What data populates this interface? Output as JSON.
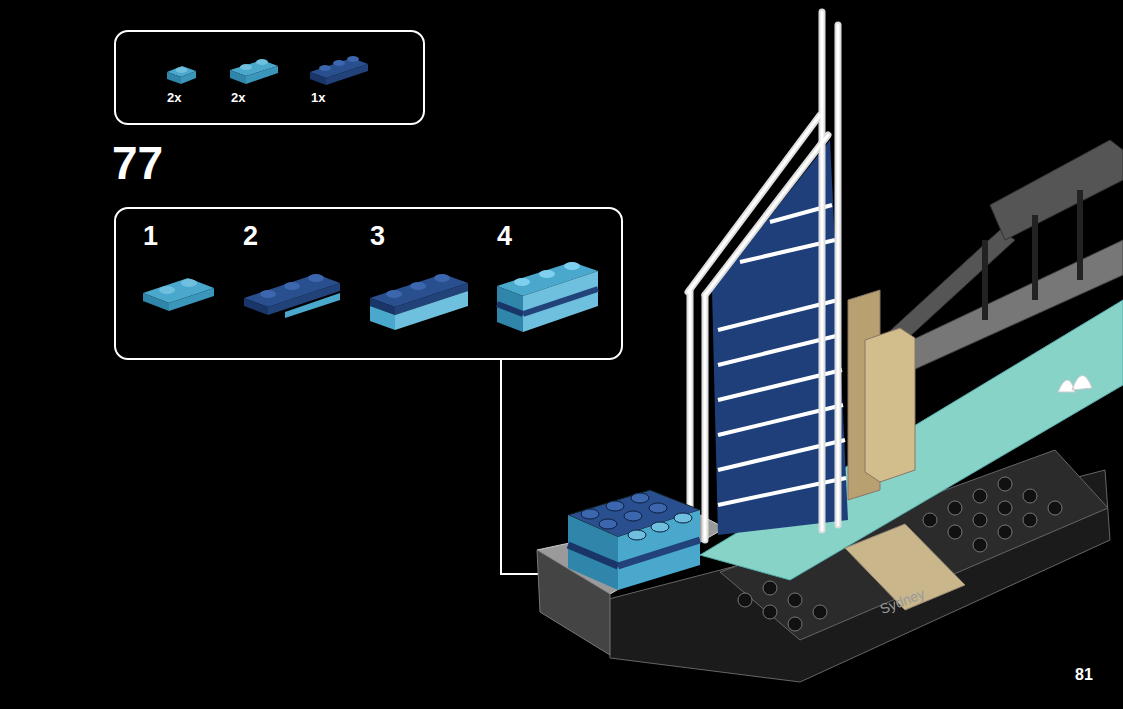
{
  "diagram": {
    "nodes": [
      {
        "text": [
          "2x",
          "2x",
          "1x"
        ]
      },
      {
        "text": [
          "1",
          "2",
          "3",
          "4"
        ]
      }
    ],
    "labels": [
      "77",
      "Sydney",
      "81"
    ]
  }
}
